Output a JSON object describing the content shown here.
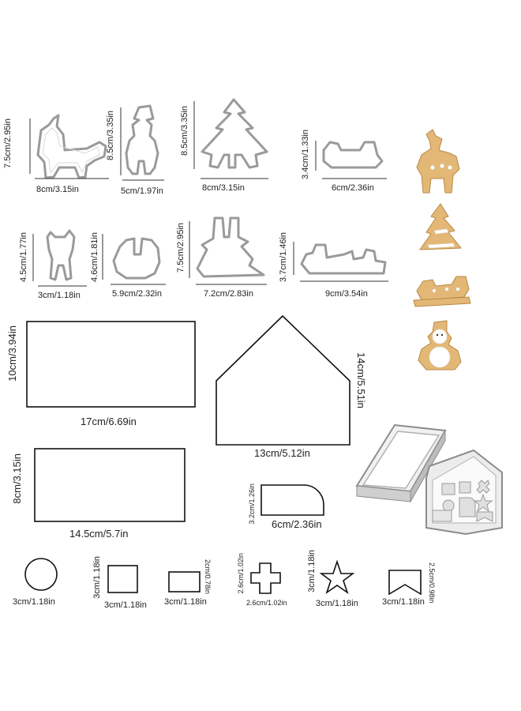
{
  "row1": {
    "reindeer": {
      "w": "8cm/3.15in",
      "h": "7.5cm/2.95in"
    },
    "snowman": {
      "w": "5cm/1.97in",
      "h": "8.5cm/3.35in"
    },
    "tree": {
      "w": "8cm/3.15in",
      "h": "8.5cm/3.35in"
    },
    "sleigh": {
      "w": "6cm/2.36in",
      "h": "3.4cm/1.33in"
    }
  },
  "row2": {
    "reindeer_stand": {
      "w": "3cm/1.18in",
      "h": "4.5cm/1.77in"
    },
    "snowman_stand": {
      "w": "5.9cm/2.32in",
      "h": "4.6cm/1.81in"
    },
    "tree_stand": {
      "w": "7.2cm/2.83in",
      "h": "7.5cm/2.95in"
    },
    "sleigh_runner": {
      "w": "9cm/3.54in",
      "h": "3.7cm/1.46in"
    }
  },
  "house": {
    "wall_large": {
      "w": "17cm/6.69in",
      "h": "10cm/3.94in"
    },
    "gable": {
      "w": "13cm/5.12in",
      "h": "14cm/5.51in"
    },
    "roof": {
      "w": "14.5cm/5.7in",
      "h": "8cm/3.15in"
    },
    "door": {
      "w": "6cm/2.36in",
      "h": "3.2cm/1.26in"
    }
  },
  "small_shapes": {
    "circle": {
      "w": "3cm/1.18in"
    },
    "square": {
      "w": "3cm/1.18in",
      "h": "3cm/1.18in"
    },
    "rectangle": {
      "w": "3cm/1.18in",
      "h": "2cm/0.78in"
    },
    "cross": {
      "w": "2.6cm/1.02in",
      "h": "2.6cm/1.02in"
    },
    "star": {
      "w": "3cm/1.18in",
      "h": "3cm/1.18in"
    },
    "flag": {
      "w": "3cm/1.18in",
      "h": "2.5cm/0.98in"
    }
  },
  "colors": {
    "metal": "#9a9a9a",
    "cookie": "#e3b877",
    "outline": "#111111"
  },
  "icons": [
    "reindeer-cookie-icon",
    "tree-cookie-icon",
    "sleigh-cookie-icon",
    "snowman-cookie-icon",
    "cutter-set-icon"
  ]
}
